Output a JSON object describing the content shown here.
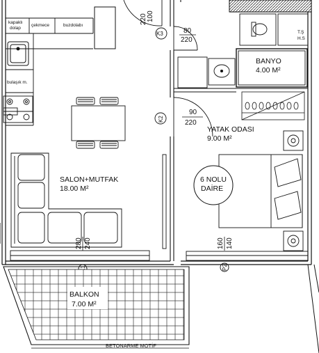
{
  "plan": {
    "kitchen_labels": {
      "kapakli_dolap": [
        "kapaklı",
        "dolap"
      ],
      "cekmece": "çekmece",
      "buzdolabi": "buzdolabı",
      "bulasik": "bulaşık m."
    },
    "rooms": {
      "salon": {
        "name": "SALON+MUTFAK",
        "area": "18.00 M²"
      },
      "banyo": {
        "name": "BANYO",
        "area": "4.00 M²"
      },
      "yatak": {
        "name": "YATAK ODASI",
        "area": "9.00 M²"
      },
      "balkon": {
        "name": "BALKON",
        "area": "7.00 M²"
      },
      "daire": [
        "6 NOLU",
        "DAİRE"
      ]
    },
    "bath_labels": [
      "T.Ş",
      "H.S"
    ],
    "doors": {
      "k3": {
        "tag": "K3",
        "width": "80",
        "height": "220"
      },
      "k2": {
        "tag": "K2",
        "width": "90",
        "height": "220"
      },
      "k1": {
        "tag": "K1",
        "width": "280",
        "height": "240"
      },
      "p2": {
        "tag": "P2",
        "width": "160",
        "height": "140"
      },
      "entry": {
        "width": "100",
        "height": "220"
      }
    },
    "betonarme": "BETONARME MOTİF"
  }
}
